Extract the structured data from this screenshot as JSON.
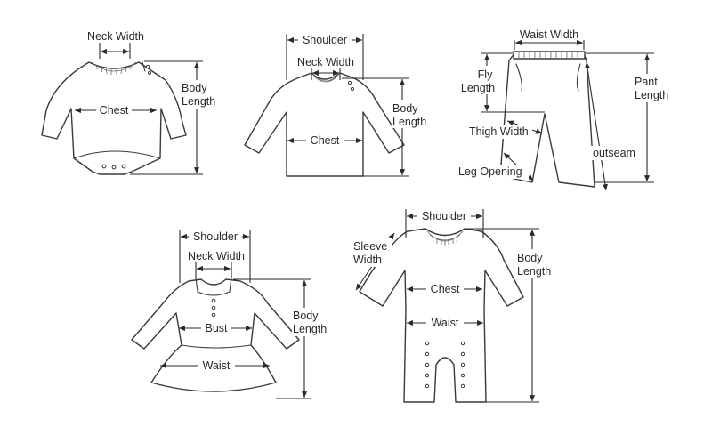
{
  "diagrams": {
    "bodysuit": {
      "neck_width": "Neck Width",
      "chest": "Chest",
      "body_length_1": "Body",
      "body_length_2": "Length"
    },
    "shirt": {
      "shoulder": "Shoulder",
      "neck_width": "Neck Width",
      "chest": "Chest",
      "body_length_1": "Body",
      "body_length_2": "Length"
    },
    "pants": {
      "waist_width": "Waist Width",
      "fly_length_1": "Fly",
      "fly_length_2": "Length",
      "pant_length_1": "Pant",
      "pant_length_2": "Length",
      "thigh_width": "Thigh Width",
      "outseam": "outseam",
      "leg_opening": "Leg Opening"
    },
    "dress": {
      "shoulder": "Shoulder",
      "neck_width": "Neck Width",
      "bust": "Bust",
      "waist": "Waist",
      "body_length_1": "Body",
      "body_length_2": "Length"
    },
    "romper": {
      "shoulder": "Shoulder",
      "sleeve_width_1": "Sleeve",
      "sleeve_width_2": "Width",
      "chest": "Chest",
      "waist": "Waist",
      "body_length_1": "Body",
      "body_length_2": "Length"
    }
  }
}
